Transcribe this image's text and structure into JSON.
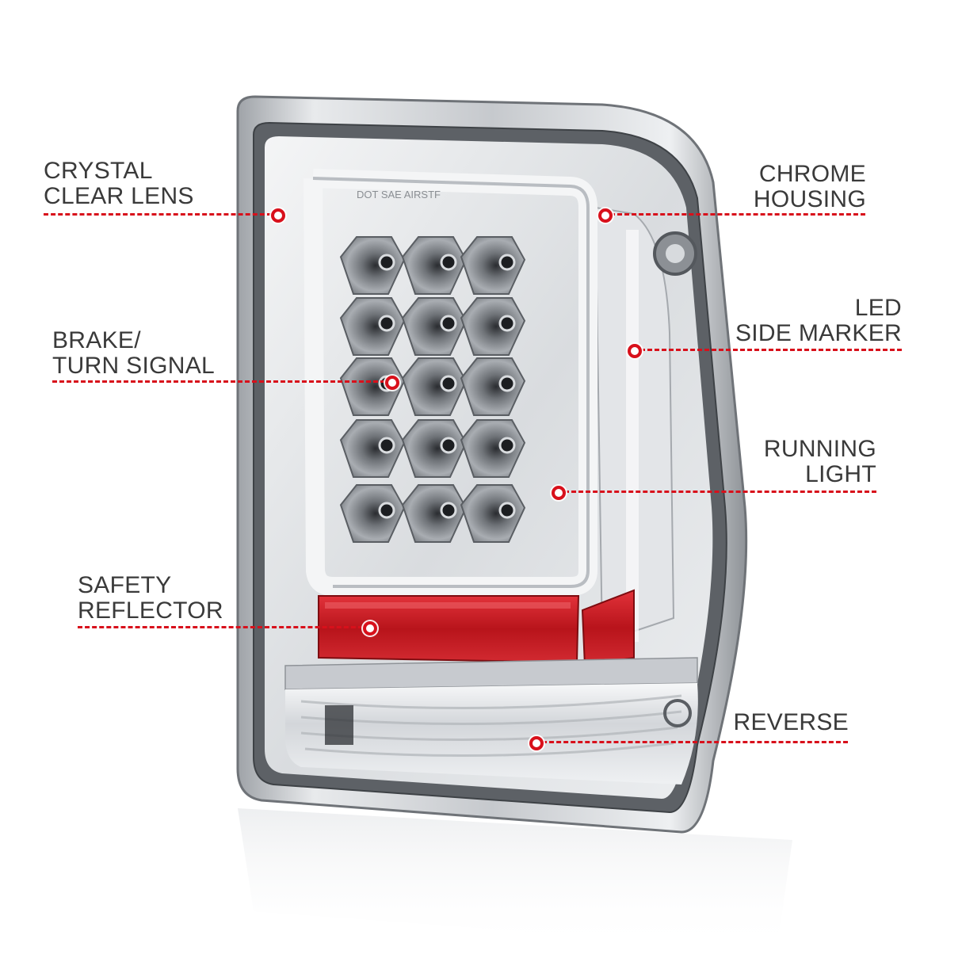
{
  "callouts": {
    "crystal_clear_lens": {
      "line1": "CRYSTAL",
      "line2": "CLEAR LENS"
    },
    "brake_turn_signal": {
      "line1": "BRAKE/",
      "line2": "TURN SIGNAL"
    },
    "safety_reflector": {
      "line1": "SAFETY",
      "line2": "REFLECTOR"
    },
    "chrome_housing": {
      "line1": "CHROME",
      "line2": "HOUSING"
    },
    "led_side_marker": {
      "line1": "LED",
      "line2": "SIDE MARKER"
    },
    "running_light": {
      "line1": "RUNNING",
      "line2": "LIGHT"
    },
    "reverse": {
      "line1": "REVERSE"
    }
  },
  "colors": {
    "accent": "#d8101b",
    "label_text": "#3a3a3a",
    "chrome": "#c9ccd1",
    "reflector": "#c4161c"
  }
}
